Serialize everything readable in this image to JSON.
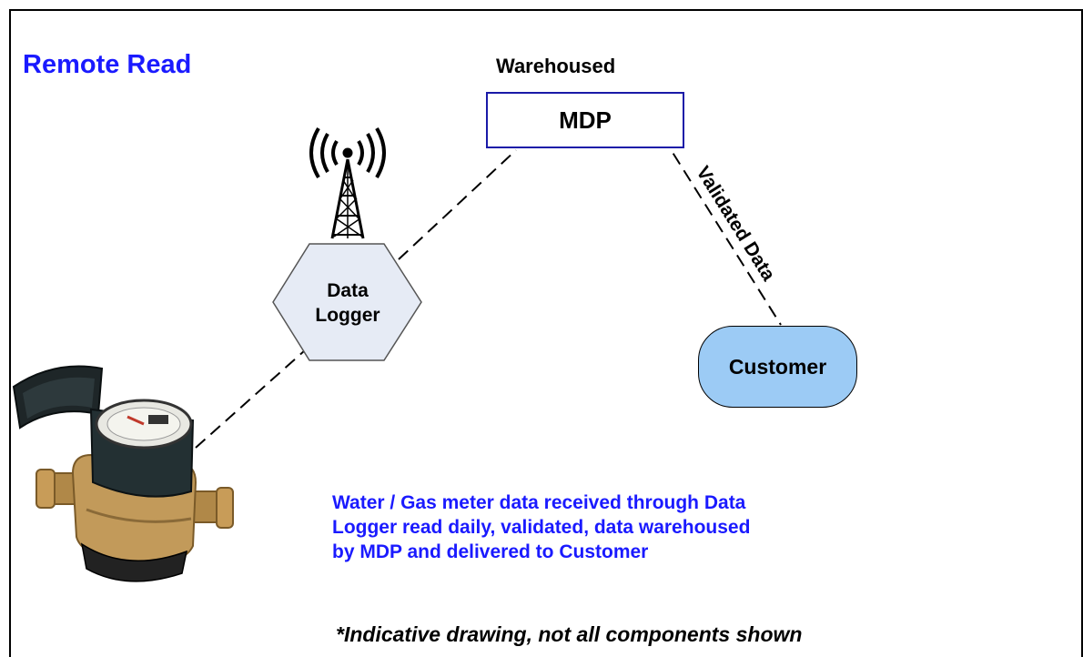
{
  "title": "Remote Read",
  "mdp": {
    "caption": "Warehoused",
    "label": "MDP"
  },
  "data_logger": {
    "line1": "Data",
    "line2": "Logger"
  },
  "customer": {
    "label": "Customer"
  },
  "edge_label": "Validated Data",
  "description": [
    "Water / Gas meter data received through Data",
    "Logger read daily, validated, data warehoused",
    "by MDP and delivered to Customer"
  ],
  "footnote": "*Indicative drawing, not all components shown",
  "icons": {
    "antenna": "radio-tower-icon",
    "meter": "water-meter-icon"
  },
  "colors": {
    "title": "#1a1aff",
    "description": "#1a1aff",
    "mdp_border": "#1a1aa8",
    "customer_fill": "#9ccbf5",
    "logger_fill": "#e6ebf5"
  }
}
